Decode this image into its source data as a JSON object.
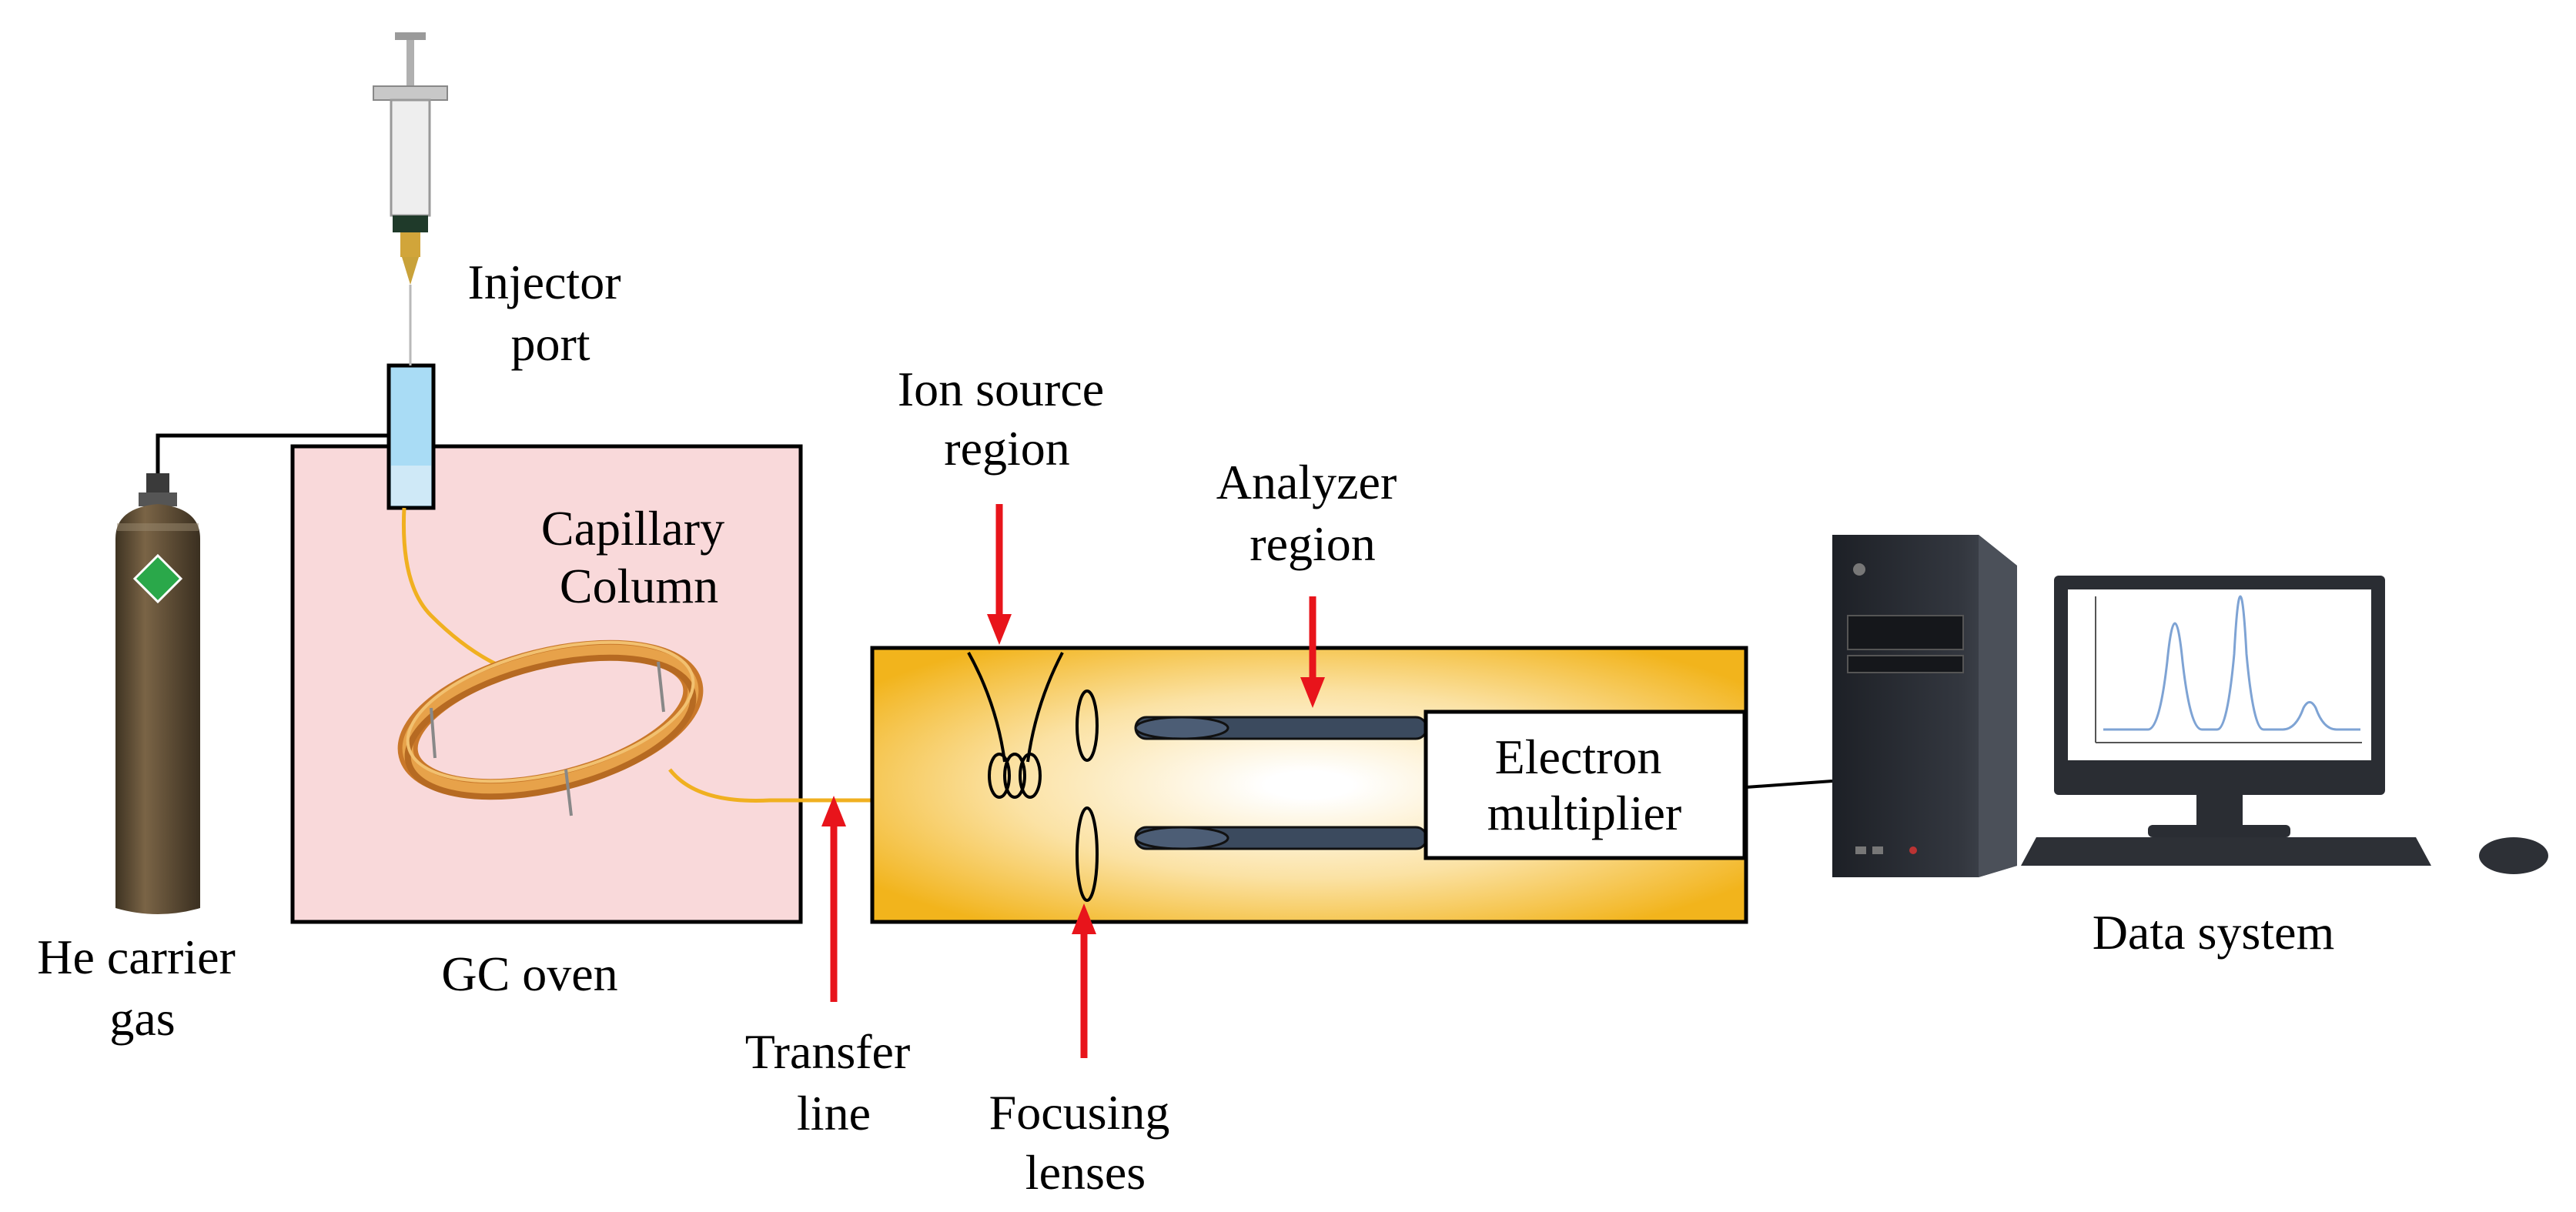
{
  "labels": {
    "injector_port": [
      "Injector",
      "port"
    ],
    "capillary_column": [
      "Capillary",
      "Column"
    ],
    "ion_source_region": [
      "Ion source",
      "region"
    ],
    "analyzer_region": [
      "Analyzer",
      "region"
    ],
    "electron_multiplier": [
      "Electron",
      "multiplier"
    ],
    "he_carrier_gas": [
      "He carrier",
      "gas"
    ],
    "gc_oven": [
      "GC oven"
    ],
    "transfer_line": [
      "Transfer",
      "line"
    ],
    "focusing_lenses": [
      "Focusing",
      "lenses"
    ],
    "data_system": [
      "Data system"
    ]
  },
  "colors": {
    "oven_fill": "#f9d9da",
    "ms_gradient_edge": "#f2b41c",
    "ms_gradient_center": "#ffffff",
    "arrow": "#e8141b",
    "cylinder": "#5a4a32",
    "column_gold": "#d98a2c",
    "rod": "#3b4a5e",
    "injector_glass": "#a9dcf5",
    "computer": "#2a2d33"
  },
  "icons": [
    "syringe-icon",
    "gas-cylinder-icon",
    "capillary-column-icon",
    "computer-tower-icon",
    "monitor-icon",
    "keyboard-icon",
    "mouse-icon"
  ]
}
